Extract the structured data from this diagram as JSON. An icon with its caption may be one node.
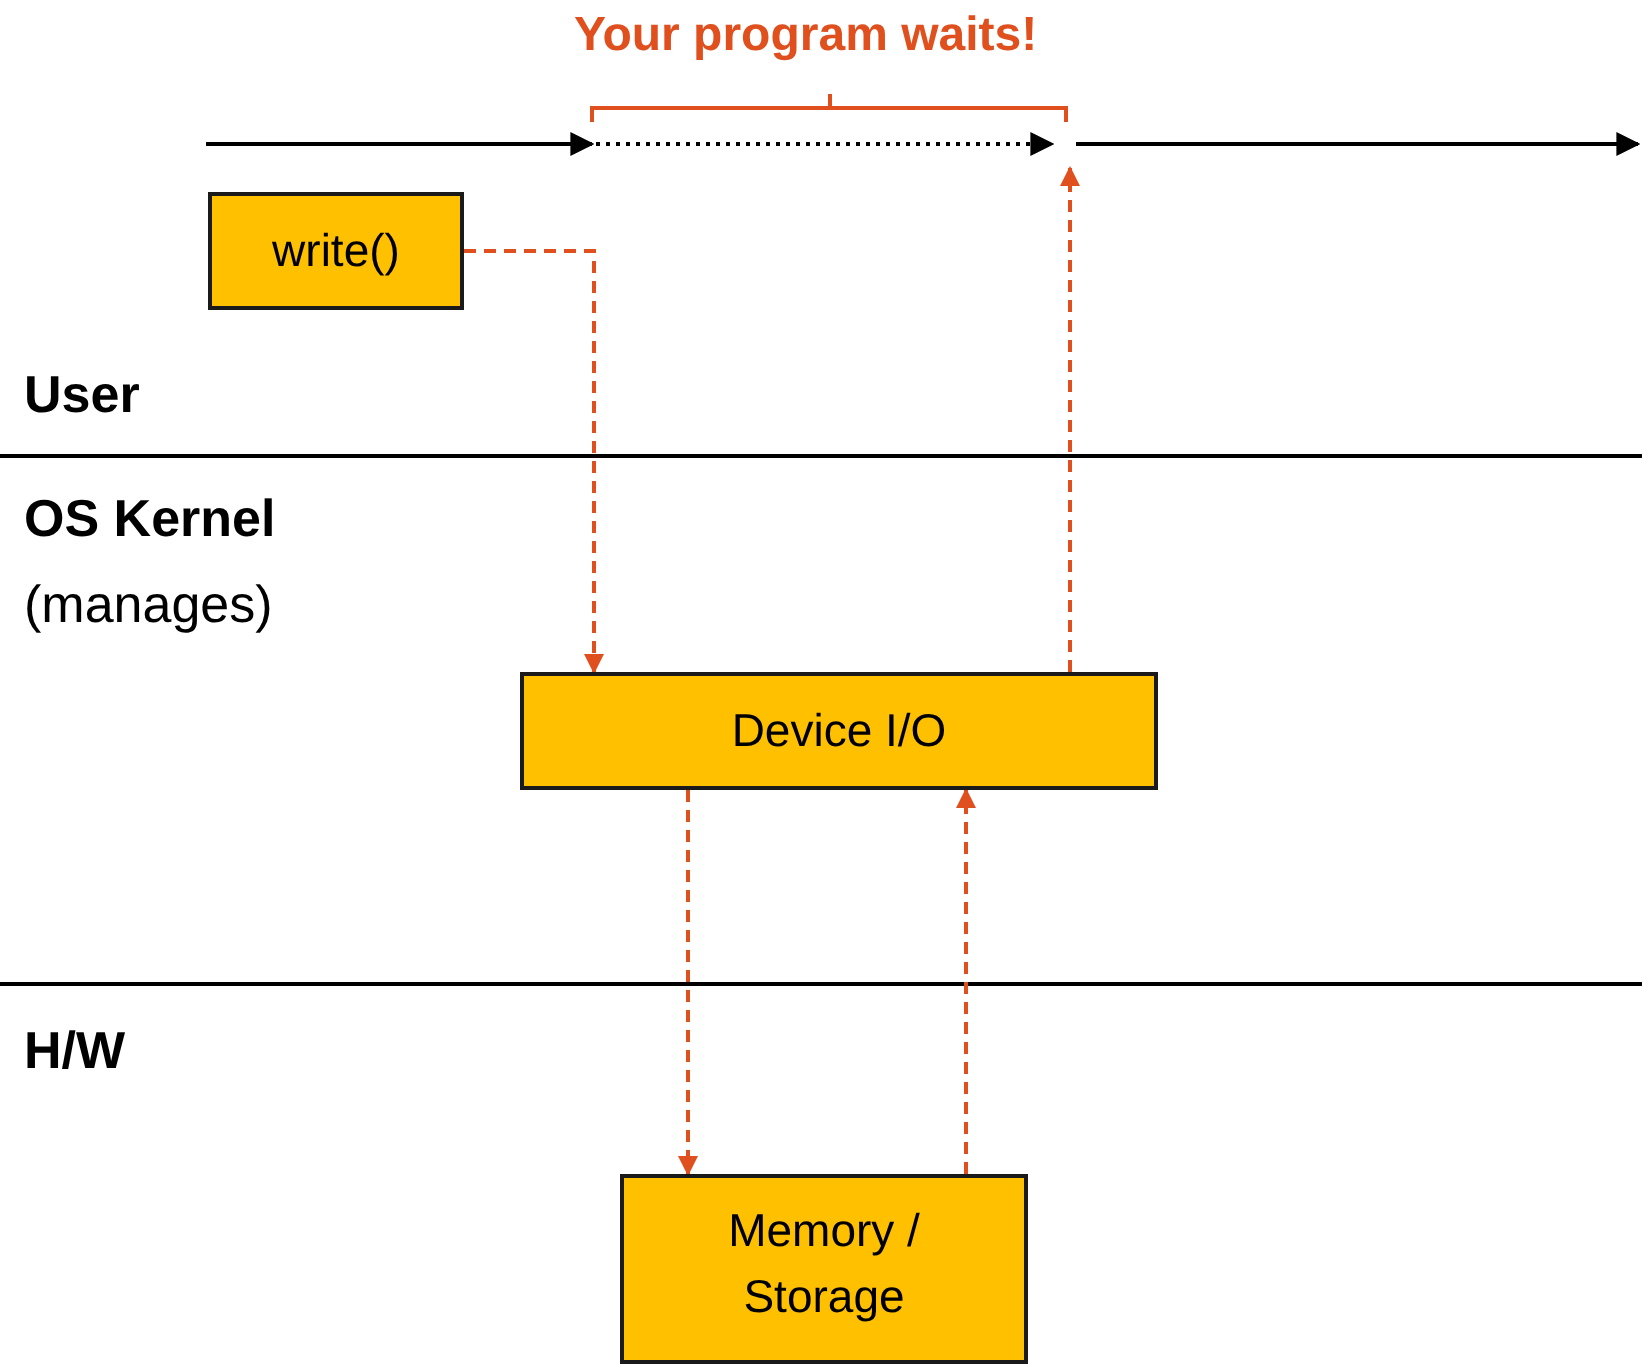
{
  "diagram": {
    "nodes": [
      {
        "text": [
          "write()"
        ]
      },
      {
        "text": [
          "Device I/O"
        ]
      },
      {
        "text": [
          "Memory / Storage"
        ]
      }
    ],
    "edges": [
      {
        "from": 0,
        "to": 1,
        "arrow": "to",
        "style": "dashed"
      },
      {
        "from": 1,
        "to": null,
        "arrow": "to",
        "style": "dashed"
      },
      {
        "from": 1,
        "to": 2,
        "arrow": "to",
        "style": "dashed"
      },
      {
        "from": 2,
        "to": 1,
        "arrow": "to",
        "style": "dashed"
      }
    ],
    "labels": [
      "Your program waits!",
      "User",
      "OS Kernel",
      "(manages)",
      "H/W"
    ]
  }
}
